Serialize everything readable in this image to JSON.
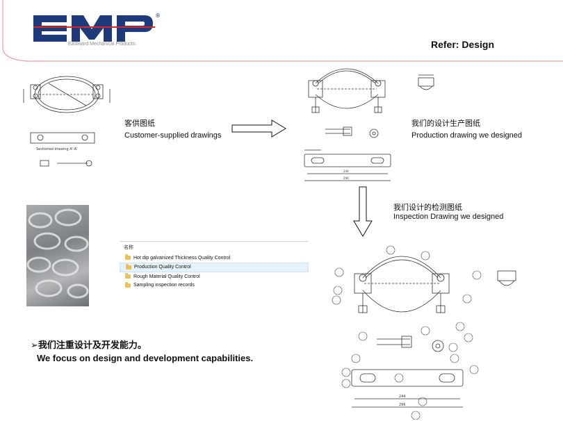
{
  "header": {
    "logo_text": "EMP",
    "logo_registered": "®",
    "logo_tagline": "Eastward Mechanical Products.",
    "refer_label": "Refer:  Design"
  },
  "customer": {
    "label_cn": "客供图纸",
    "label_en": "Customer-supplied drawings",
    "sectioned_caption": "Sectioned drawing A'-A'"
  },
  "production": {
    "label_cn": "我们的设计生产图纸",
    "label_en": "Production drawing we designed"
  },
  "inspection": {
    "label_cn": "我们设计的检测图纸",
    "label_en": "Inspection Drawing we designed"
  },
  "file_list": {
    "column_header": "名称",
    "items": [
      {
        "label": "Hot dip galvanized Thickness Quality Control",
        "selected": false
      },
      {
        "label": "Production Quality Control",
        "selected": true
      },
      {
        "label": "Rough Material Quality Control",
        "selected": false
      },
      {
        "label": "Sampling inspection records",
        "selected": false
      }
    ]
  },
  "focus": {
    "bullet": "➢",
    "text_cn": "我们注重设计及开发能力。",
    "text_en": "We focus on design and development capabilities."
  },
  "colors": {
    "logo_blue": "#1f3a7a",
    "logo_red": "#d9262b",
    "header_arc": "#e9a3a3",
    "folder": "#e8c35c"
  }
}
